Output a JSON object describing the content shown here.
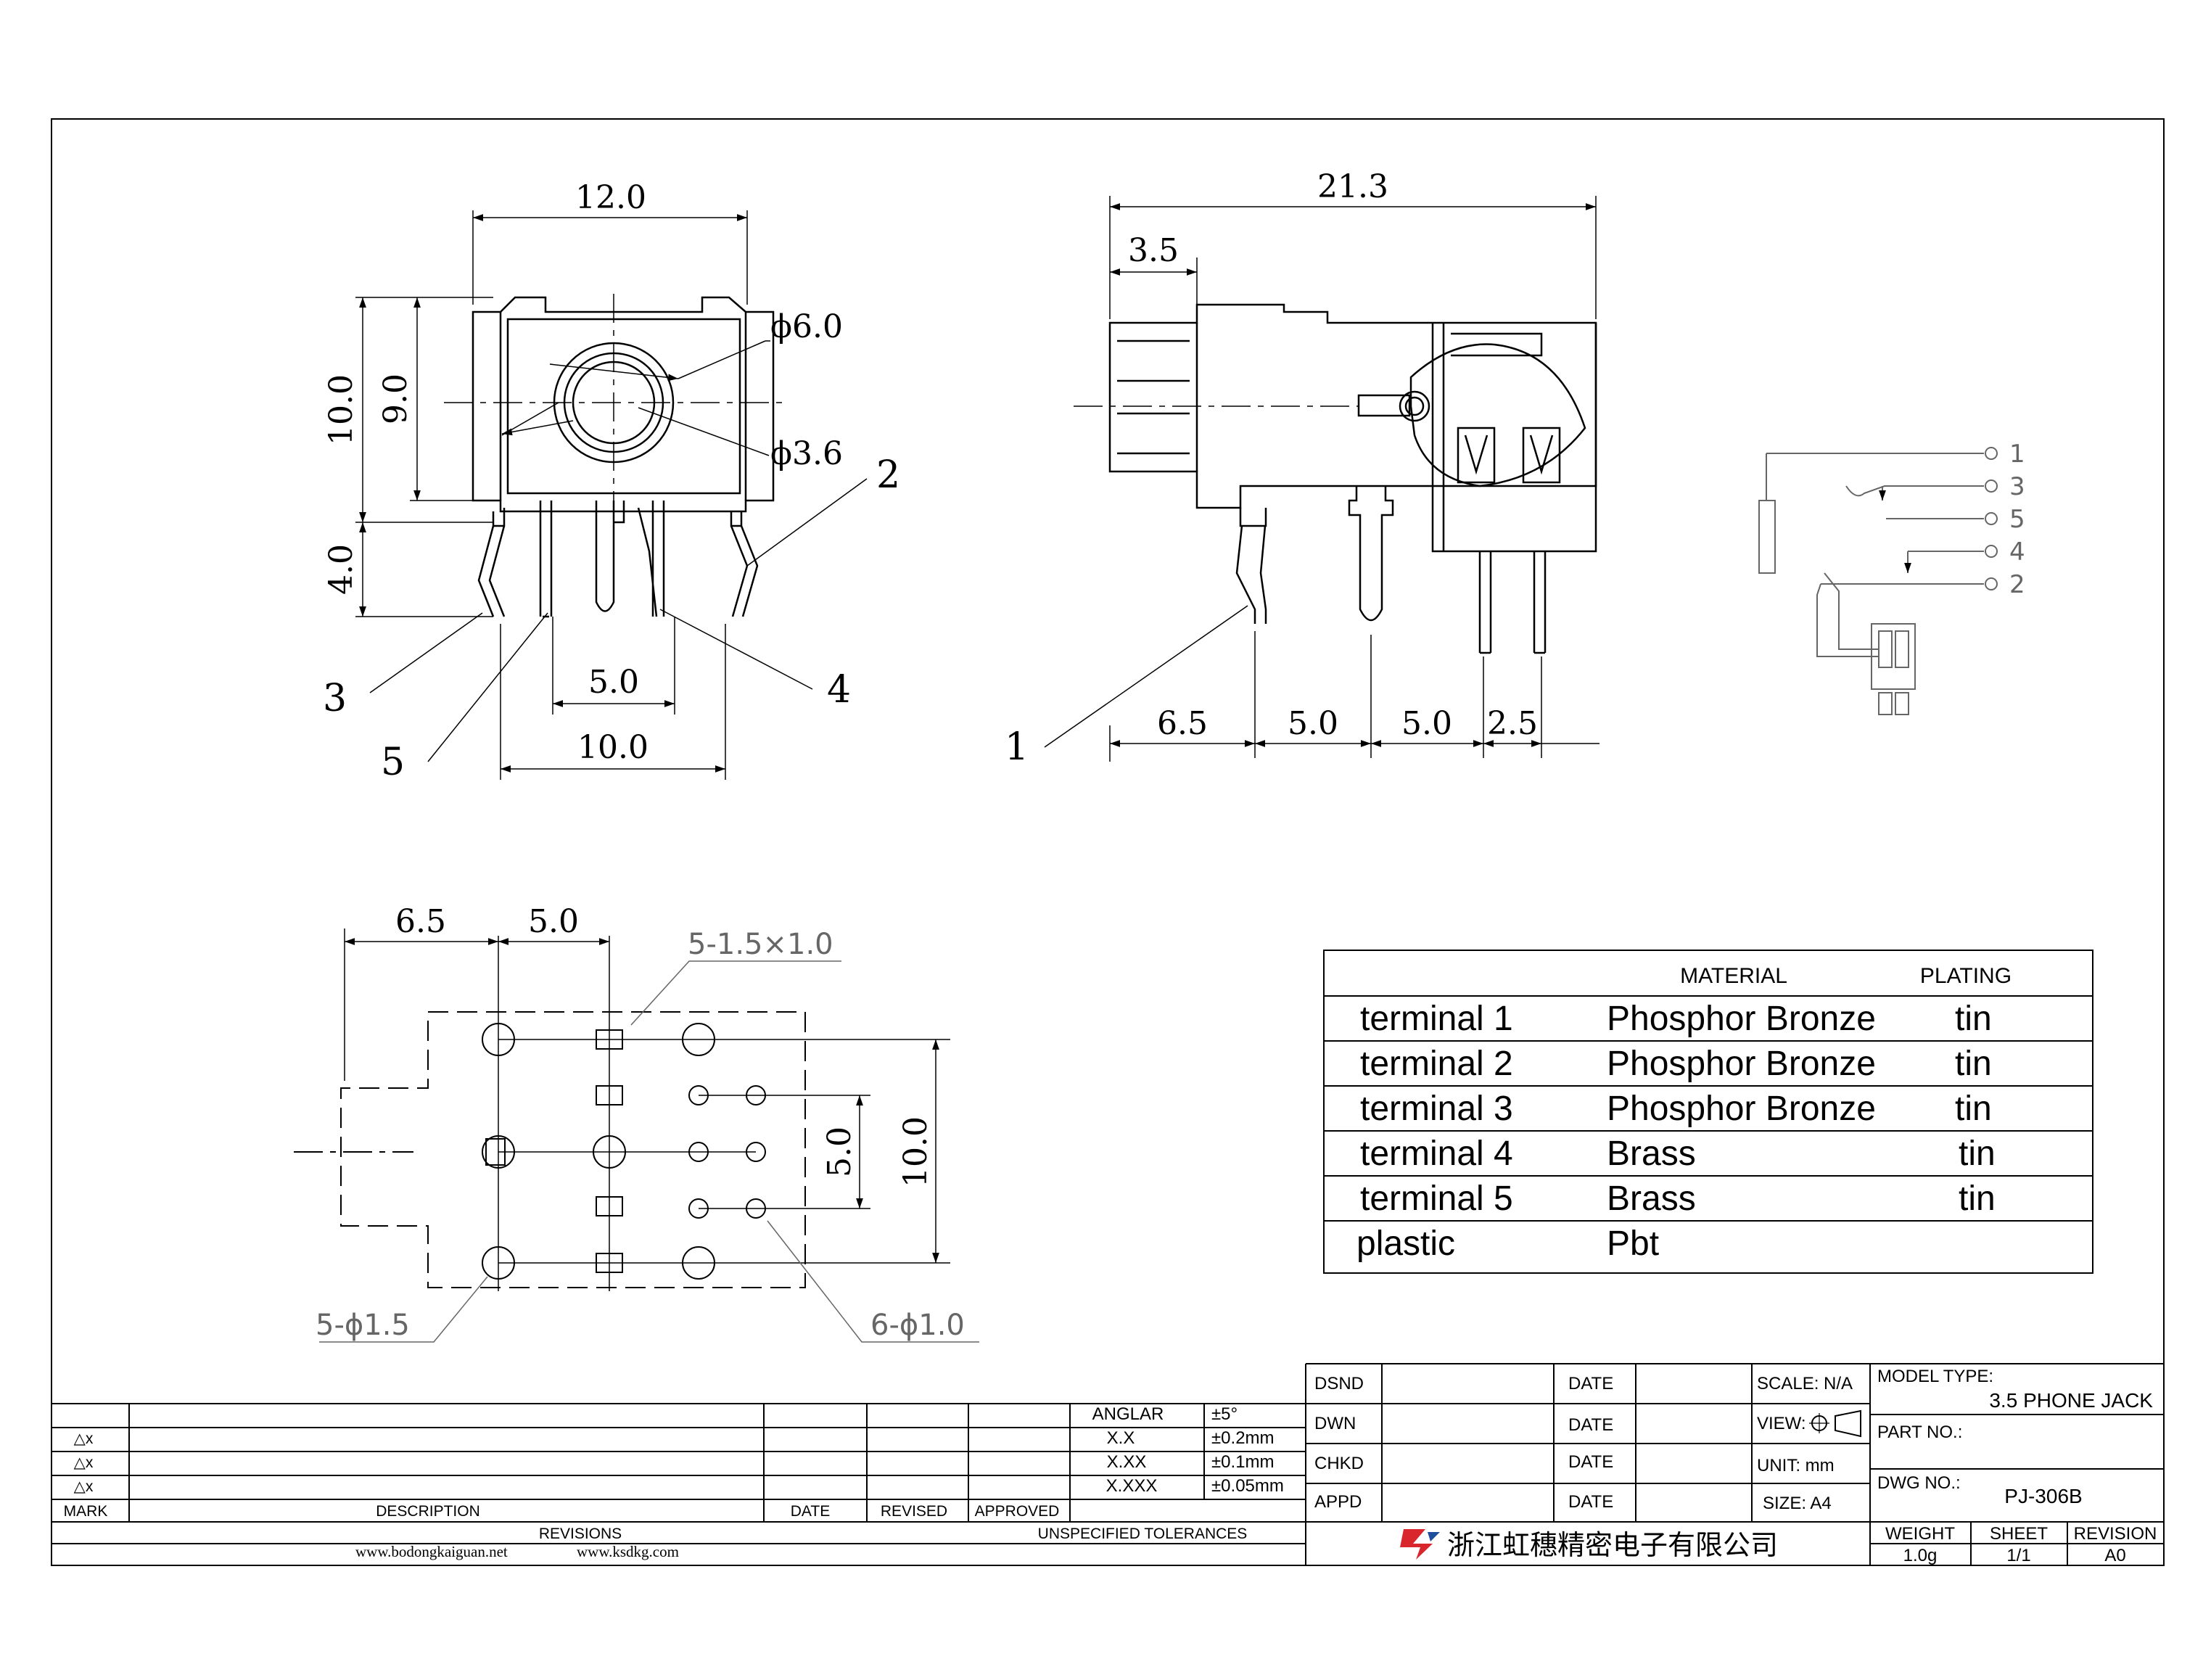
{
  "drawing": {
    "front_view": {
      "dims": {
        "width": "12.0",
        "height_outer": "10.0",
        "height_inner": "9.0",
        "pin_len": "4.0",
        "pin_pitch_a": "5.0",
        "pin_pitch_b": "10.0",
        "dia_outer": "ϕ6.0",
        "dia_inner": "ϕ3.6"
      },
      "callouts": [
        "2",
        "3",
        "4",
        "5"
      ]
    },
    "side_view": {
      "dims": {
        "length": "21.3",
        "nose": "3.5",
        "d1": "6.5",
        "d2": "5.0",
        "d3": "5.0",
        "d4": "2.5"
      },
      "callouts": [
        "1"
      ]
    },
    "pcb_layout": {
      "dims": {
        "d1": "6.5",
        "d2": "5.0",
        "pitch_small": "5.0",
        "pitch_large": "10.0"
      },
      "notes": {
        "slots": "5-1.5×1.0",
        "big_holes": "5-ϕ1.5",
        "small_holes": "6-ϕ1.0"
      }
    },
    "schematic": {
      "pins": [
        "1",
        "3",
        "5",
        "4",
        "2"
      ]
    }
  },
  "materials": {
    "headers": [
      "MATERIAL",
      "PLATING"
    ],
    "rows": [
      {
        "part": "terminal 1",
        "material": "Phosphor Bronze",
        "plating": "tin"
      },
      {
        "part": "terminal 2",
        "material": "Phosphor Bronze",
        "plating": "tin"
      },
      {
        "part": "terminal 3",
        "material": "Phosphor Bronze",
        "plating": "tin"
      },
      {
        "part": "terminal 4",
        "material": "Brass",
        "plating": "tin"
      },
      {
        "part": "terminal 5",
        "material": "Brass",
        "plating": "tin"
      },
      {
        "part": "plastic",
        "material": "Pbt",
        "plating": ""
      }
    ]
  },
  "revisions": {
    "marks": [
      "△x",
      "△x",
      "△x"
    ],
    "headers": {
      "mark": "MARK",
      "description": "DESCRIPTION",
      "date": "DATE",
      "revised": "REVISED",
      "approved": "APPROVED"
    },
    "footer": "REVISIONS"
  },
  "tolerances": {
    "rows": [
      {
        "label": "ANGLAR",
        "value": "±5°"
      },
      {
        "label": "X.X",
        "value": "±0.2mm"
      },
      {
        "label": "X.XX",
        "value": "±0.1mm"
      },
      {
        "label": "X.XXX",
        "value": "±0.05mm"
      }
    ],
    "footer": "UNSPECIFIED TOLERANCES"
  },
  "signoff": {
    "rows": [
      {
        "label": "DSND",
        "date": "DATE",
        "info": "SCALE: N/A"
      },
      {
        "label": "DWN",
        "date": "DATE",
        "info": "VIEW:"
      },
      {
        "label": "CHKD",
        "date": "DATE",
        "info": "UNIT: mm"
      },
      {
        "label": "APPD",
        "date": "DATE",
        "info": "SIZE: A4"
      }
    ]
  },
  "company": {
    "name": "浙江虹穗精密电子有限公司",
    "logo_color": "#d9262c",
    "logo_color2": "#1f4e9c"
  },
  "websites": [
    "www.bodongkaiguan.net",
    "www.ksdkg.com"
  ],
  "title_block": {
    "model_type_label": "MODEL TYPE:",
    "model_type": "3.5 PHONE JACK",
    "part_no_label": "PART NO.:",
    "part_no": "",
    "dwg_no_label": "DWG NO.:",
    "dwg_no": "PJ-306B",
    "weight_label": "WEIGHT",
    "weight": "1.0g",
    "sheet_label": "SHEET",
    "sheet": "1/1",
    "revision_label": "REVISION",
    "revision": "A0"
  }
}
